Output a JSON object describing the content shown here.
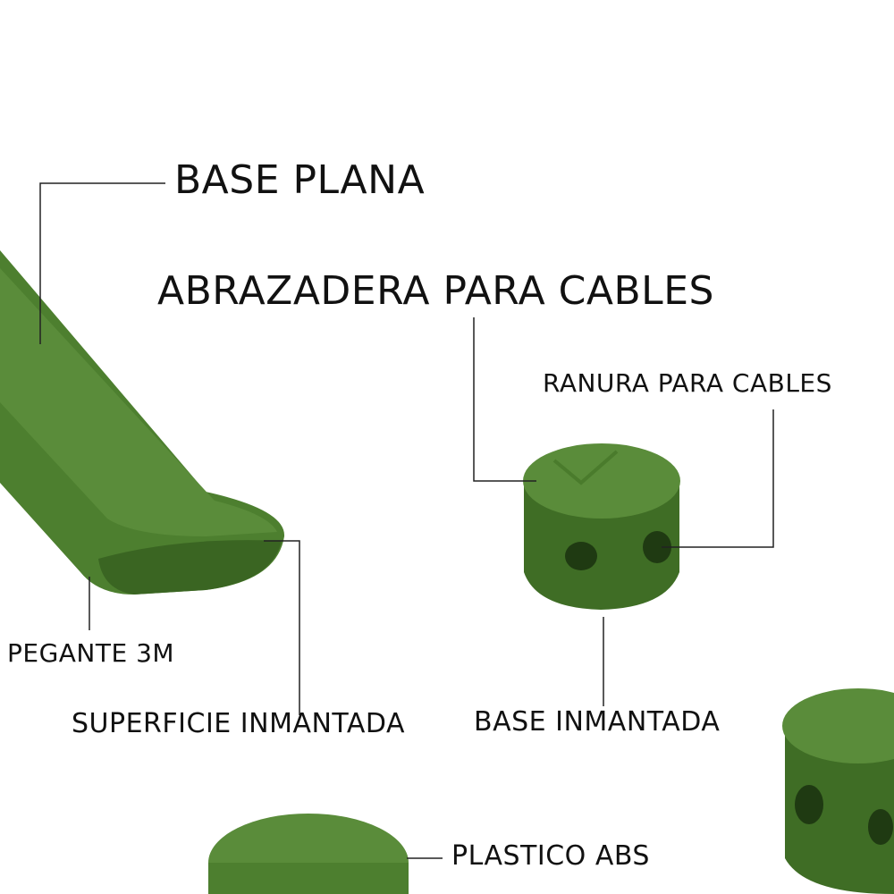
{
  "labels": {
    "base_plana": "BASE PLANA",
    "abrazadera": "ABRAZADERA PARA CABLES",
    "ranura": "RANURA PARA CABLES",
    "pegante": "PEGANTE 3M",
    "superficie": "SUPERFICIE INMANTADA",
    "base_inmantada": "BASE INMANTADA",
    "plastico": "PLASTICO ABS"
  },
  "colors": {
    "product_green": "#4d7f2f",
    "product_dark": "#3a6522",
    "product_light": "#6a9a48",
    "line": "#222222"
  }
}
